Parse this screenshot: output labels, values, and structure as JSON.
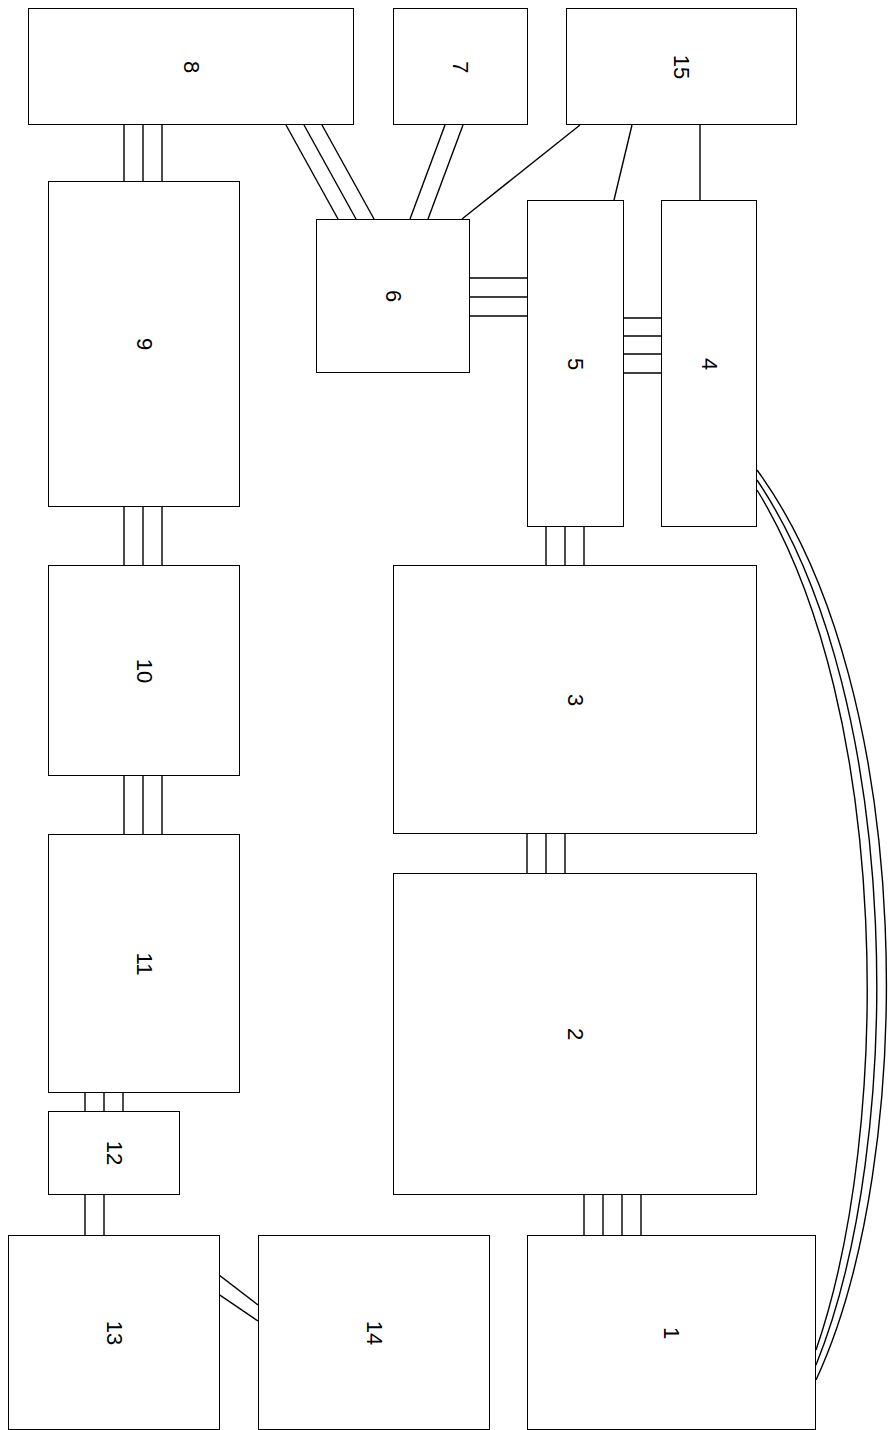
{
  "diagram": {
    "nodes": [
      {
        "text": [
          "1"
        ]
      },
      {
        "text": [
          "2"
        ]
      },
      {
        "text": [
          "3"
        ]
      },
      {
        "text": [
          "4"
        ]
      },
      {
        "text": [
          "5"
        ]
      },
      {
        "text": [
          "6"
        ]
      },
      {
        "text": [
          "7"
        ]
      },
      {
        "text": [
          "8"
        ]
      },
      {
        "text": [
          "9"
        ]
      },
      {
        "text": [
          "10"
        ]
      },
      {
        "text": [
          "11"
        ]
      },
      {
        "text": [
          "12"
        ]
      },
      {
        "text": [
          "13"
        ]
      },
      {
        "text": [
          "14"
        ]
      },
      {
        "text": [
          "15"
        ]
      }
    ],
    "edges": [
      {
        "from": 0,
        "to": 1,
        "arrow": "none"
      },
      {
        "from": 0,
        "to": 1,
        "arrow": "none"
      },
      {
        "from": 0,
        "to": 1,
        "arrow": "none"
      },
      {
        "from": 0,
        "to": 1,
        "arrow": "none"
      },
      {
        "from": 0,
        "to": 3,
        "arrow": "none"
      },
      {
        "from": 0,
        "to": 3,
        "arrow": "none"
      },
      {
        "from": 0,
        "to": 3,
        "arrow": "none"
      },
      {
        "from": 1,
        "to": 2,
        "arrow": "none"
      },
      {
        "from": 1,
        "to": 2,
        "arrow": "none"
      },
      {
        "from": 1,
        "to": 2,
        "arrow": "none"
      },
      {
        "from": 2,
        "to": 4,
        "arrow": "none"
      },
      {
        "from": 2,
        "to": 4,
        "arrow": "none"
      },
      {
        "from": 2,
        "to": 4,
        "arrow": "none"
      },
      {
        "from": 3,
        "to": 4,
        "arrow": "none"
      },
      {
        "from": 3,
        "to": 4,
        "arrow": "none"
      },
      {
        "from": 3,
        "to": 4,
        "arrow": "none"
      },
      {
        "from": 3,
        "to": 4,
        "arrow": "none"
      },
      {
        "from": 3,
        "to": 14,
        "arrow": "none"
      },
      {
        "from": 4,
        "to": 5,
        "arrow": "none"
      },
      {
        "from": 4,
        "to": 5,
        "arrow": "none"
      },
      {
        "from": 4,
        "to": 5,
        "arrow": "none"
      },
      {
        "from": 4,
        "to": 14,
        "arrow": "none"
      },
      {
        "from": 5,
        "to": 6,
        "arrow": "none"
      },
      {
        "from": 5,
        "to": 6,
        "arrow": "none"
      },
      {
        "from": 5,
        "to": 7,
        "arrow": "none"
      },
      {
        "from": 5,
        "to": 7,
        "arrow": "none"
      },
      {
        "from": 5,
        "to": 7,
        "arrow": "none"
      },
      {
        "from": 5,
        "to": 14,
        "arrow": "none"
      },
      {
        "from": 7,
        "to": 8,
        "arrow": "none"
      },
      {
        "from": 7,
        "to": 8,
        "arrow": "none"
      },
      {
        "from": 7,
        "to": 8,
        "arrow": "none"
      },
      {
        "from": 8,
        "to": 9,
        "arrow": "none"
      },
      {
        "from": 8,
        "to": 9,
        "arrow": "none"
      },
      {
        "from": 8,
        "to": 9,
        "arrow": "none"
      },
      {
        "from": 9,
        "to": 10,
        "arrow": "none"
      },
      {
        "from": 9,
        "to": 10,
        "arrow": "none"
      },
      {
        "from": 9,
        "to": 10,
        "arrow": "none"
      },
      {
        "from": 10,
        "to": 11,
        "arrow": "none"
      },
      {
        "from": 10,
        "to": 11,
        "arrow": "none"
      },
      {
        "from": 10,
        "to": 11,
        "arrow": "none"
      },
      {
        "from": 11,
        "to": 12,
        "arrow": "none"
      },
      {
        "from": 11,
        "to": 12,
        "arrow": "none"
      },
      {
        "from": 11,
        "to": 13,
        "arrow": "none"
      },
      {
        "from": 11,
        "to": 13,
        "arrow": "none"
      }
    ]
  }
}
